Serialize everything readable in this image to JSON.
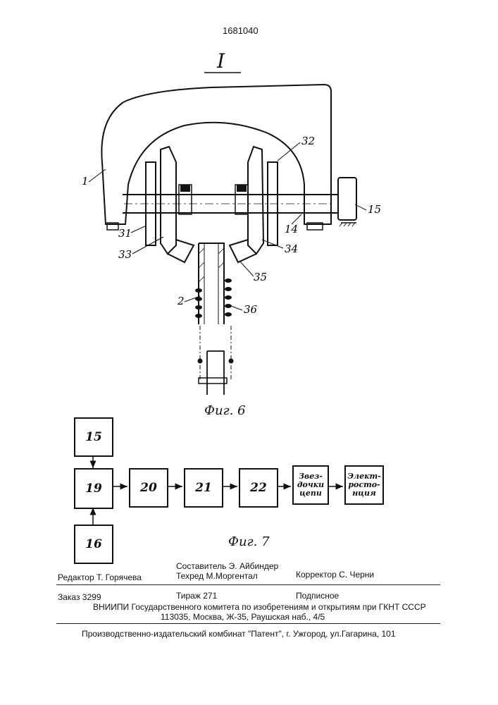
{
  "patent_number": "1681040",
  "section_label": "I",
  "figure6": {
    "caption": "Фиг. 6",
    "callouts": [
      "1",
      "32",
      "15",
      "31",
      "14",
      "33",
      "34",
      "35",
      "2",
      "36"
    ]
  },
  "figure7": {
    "caption": "Фиг. 7",
    "blocks": {
      "b15": "15",
      "b19": "19",
      "b16": "16",
      "b20": "20",
      "b21": "21",
      "b22": "22",
      "sprockets": [
        "Звез-",
        "дочки",
        "цепи"
      ],
      "power_station": [
        "Элект-",
        "росто-",
        "нция"
      ]
    }
  },
  "imprint": {
    "editor": "Редактор  Т. Горячева",
    "compiler": "Составитель  Э. Айбиндер",
    "techred": "Техред М.Моргентал",
    "corrector": "Корректор  С. Черни",
    "order": "Заказ  3299",
    "circulation": "Тираж 271",
    "subscription": "Подписное",
    "vniipi": "ВНИИПИ Государственного комитета по изобретениям и открытиям при ГКНТ СССР",
    "address": "113035, Москва, Ж-35, Раушская наб., 4/5",
    "publisher": "Производственно-издательский комбинат \"Патент\", г. Ужгород, ул.Гагарина, 101"
  }
}
